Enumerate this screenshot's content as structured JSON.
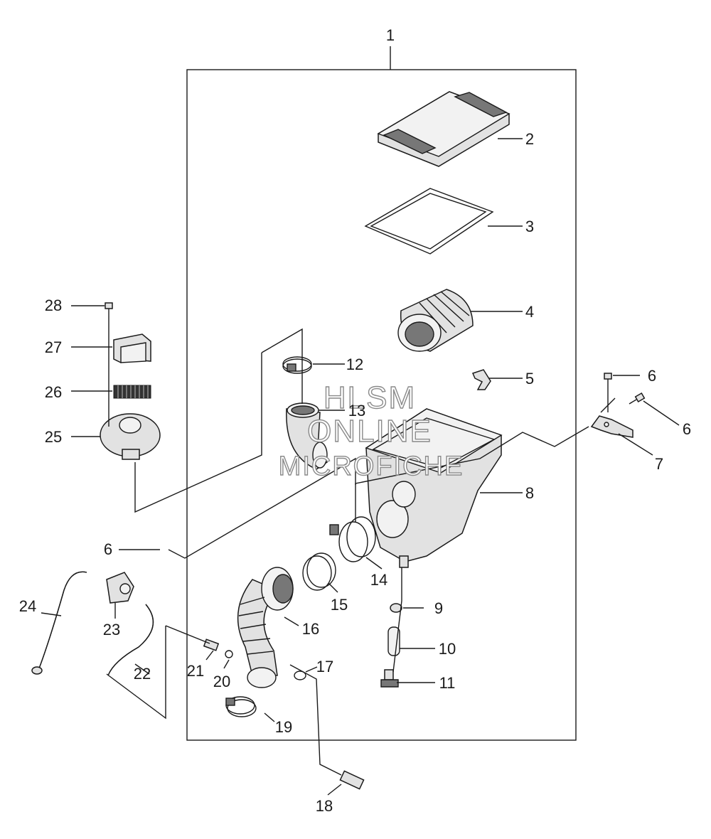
{
  "callouts": {
    "c1": "1",
    "c2": "2",
    "c3": "3",
    "c4": "4",
    "c5": "5",
    "c6a": "6",
    "c6b": "6",
    "c6c": "6",
    "c7": "7",
    "c8": "8",
    "c9": "9",
    "c10": "10",
    "c11": "11",
    "c12": "12",
    "c13": "13",
    "c14": "14",
    "c15": "15",
    "c16": "16",
    "c17": "17",
    "c18": "18",
    "c19": "19",
    "c20": "20",
    "c21": "21",
    "c22": "22",
    "c23": "23",
    "c24": "24",
    "c25": "25",
    "c26": "26",
    "c27": "27",
    "c28": "28"
  },
  "watermark": {
    "line1": "HLSM",
    "line2": "ONLINE",
    "line3": "MICROFICHE"
  },
  "colors": {
    "line": "#1a1a1a",
    "part_fill": "#e2e2e2",
    "watermark_outline": "#8a8a8a",
    "background": "#ffffff"
  }
}
